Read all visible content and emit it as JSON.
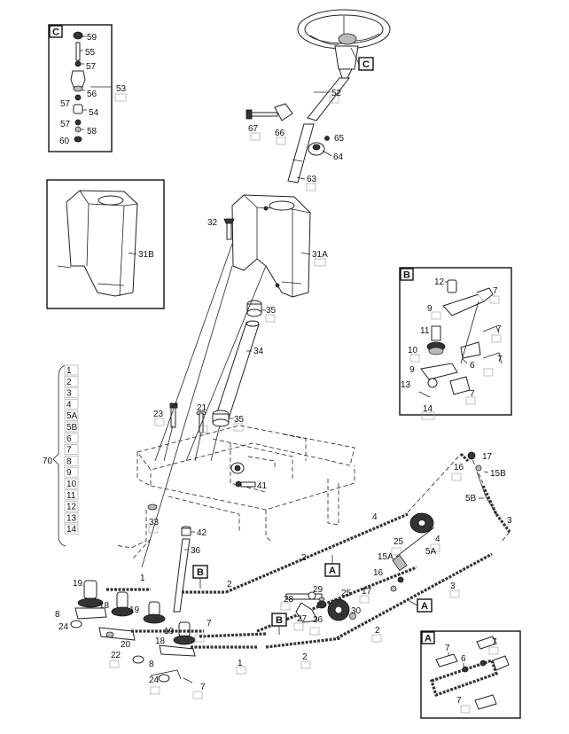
{
  "callouts": {
    "c_top": "C",
    "c_inset": "C",
    "b_inset": "B",
    "b_ref1": "B",
    "b_ref2": "B",
    "a_ref1": "A",
    "a_ref2": "A",
    "a_inset": "A"
  },
  "list70": {
    "label": "70",
    "items": [
      "1",
      "2",
      "3",
      "4",
      "5A",
      "5B",
      "6",
      "7",
      "8",
      "9",
      "10",
      "11",
      "12",
      "13",
      "14"
    ]
  },
  "labels": {
    "p52": "52",
    "p67": "67",
    "p66": "66",
    "p65": "65",
    "p64": "64",
    "p63": "63",
    "p32": "32",
    "p31A": "31A",
    "p31B": "31B",
    "p35a": "35",
    "p34": "34",
    "p23": "23",
    "p21": "21",
    "p35b": "35",
    "p41": "41",
    "p33": "33",
    "p42": "42",
    "p36": "36",
    "p19a": "19",
    "p18a": "18",
    "p19b": "19",
    "p8a": "8",
    "p24a": "24",
    "p22": "22",
    "p20": "20",
    "p18b": "18",
    "p19c": "19",
    "p7a": "7",
    "p8b": "8",
    "p24b": "24",
    "p7b": "7",
    "p1a": "1",
    "p1b": "1",
    "p2a": "2",
    "p2b": "2",
    "p2c": "2",
    "p2d": "2",
    "p28": "28",
    "p27": "27",
    "p29": "29",
    "p26": "26",
    "p25a": "25",
    "p30": "30",
    "p25b": "25",
    "p15Aa": "15A",
    "p16a": "16",
    "p17a": "17",
    "p4a": "4",
    "p4b": "4",
    "p5A": "5A",
    "p3a": "3",
    "p3b": "3",
    "p17b": "17",
    "p16b": "16",
    "p15B": "15B",
    "p5B": "5B",
    "c59": "59",
    "c55": "55",
    "c57a": "57",
    "c53": "53",
    "c56": "56",
    "c57b": "57",
    "c54": "54",
    "c57c": "57",
    "c58": "58",
    "c60": "60",
    "b12": "12",
    "b7a": "7",
    "b9a": "9",
    "b11": "11",
    "b7b": "7",
    "b10": "10",
    "b9b": "9",
    "b6": "6",
    "b7c": "7",
    "b13": "13",
    "b7d": "7",
    "b14": "14",
    "a7a": "7",
    "a7b": "7",
    "a6": "6",
    "a7c": "7"
  }
}
